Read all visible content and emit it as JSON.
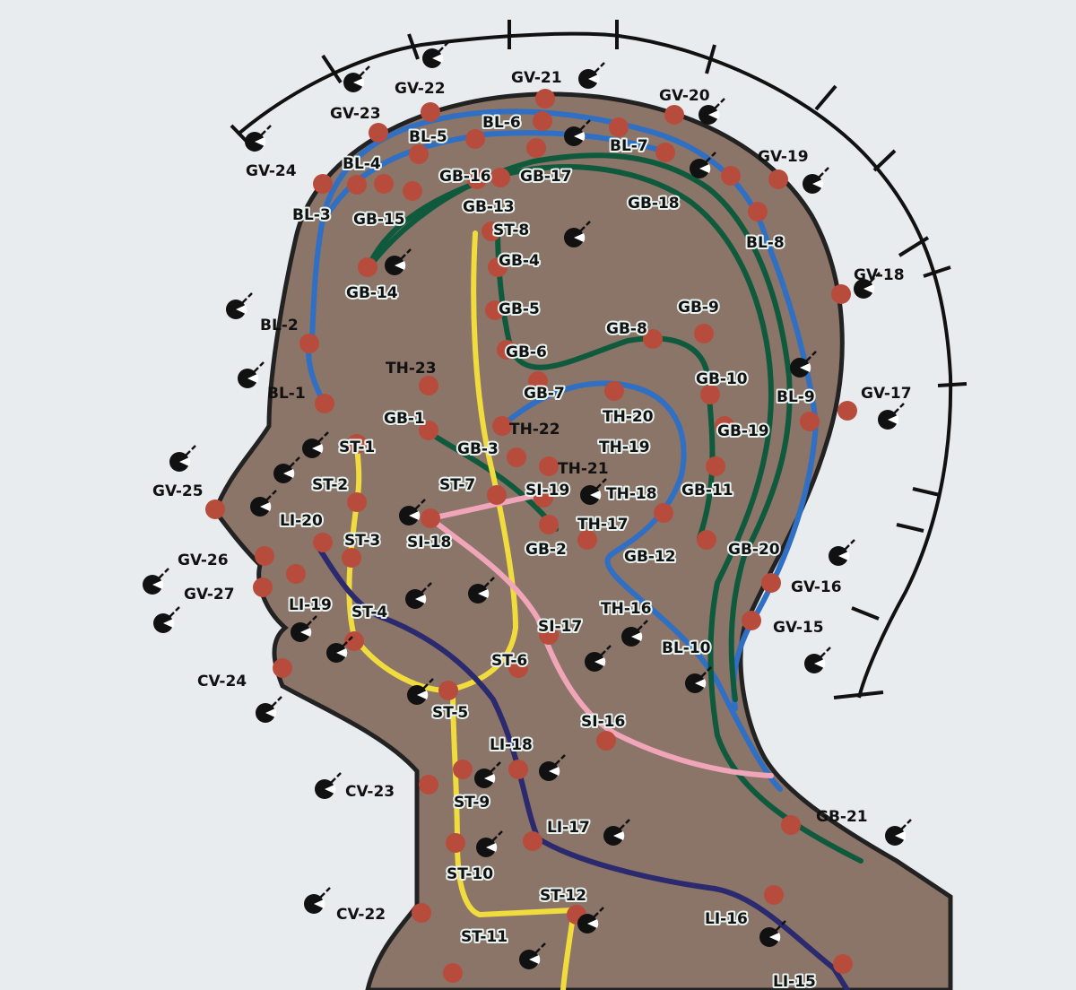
{
  "diagram": {
    "colors": {
      "background": "#e9ecee",
      "head": "#8b7468",
      "outline": "#222222",
      "point": "#b84c3c",
      "bladder_channel": "#2f6fc4",
      "gall_bladder_channel": "#0f5a3c",
      "stomach_channel": "#f0dc3c",
      "small_intestine_channel": "#f0a6b8",
      "large_intestine_channel": "#2c2a6e",
      "triple_heater_channel": "#2f6fc4",
      "governing_vessel_arc": "#111111"
    },
    "icons": [
      "pointer-icon"
    ],
    "labels": [
      {
        "id": "gv-24",
        "text": "GV-24"
      },
      {
        "id": "gv-23",
        "text": "GV-23"
      },
      {
        "id": "gv-22",
        "text": "GV-22"
      },
      {
        "id": "gv-21",
        "text": "GV-21"
      },
      {
        "id": "gv-20",
        "text": "GV-20"
      },
      {
        "id": "gv-19",
        "text": "GV-19"
      },
      {
        "id": "gv-18",
        "text": "GV-18"
      },
      {
        "id": "gv-17",
        "text": "GV-17"
      },
      {
        "id": "gv-16",
        "text": "GV-16"
      },
      {
        "id": "gv-15",
        "text": "GV-15"
      },
      {
        "id": "gv-25",
        "text": "GV-25"
      },
      {
        "id": "gv-26",
        "text": "GV-26"
      },
      {
        "id": "gv-27",
        "text": "GV-27"
      },
      {
        "id": "cv-24",
        "text": "CV-24"
      },
      {
        "id": "cv-23",
        "text": "CV-23"
      },
      {
        "id": "cv-22",
        "text": "CV-22"
      },
      {
        "id": "bl-2",
        "text": "BL-2"
      },
      {
        "id": "bl-1",
        "text": "BL-1"
      },
      {
        "id": "bl-3",
        "text": "BL-3"
      },
      {
        "id": "bl-4",
        "text": "BL-4"
      },
      {
        "id": "bl-5",
        "text": "BL-5"
      },
      {
        "id": "bl-6",
        "text": "BL-6"
      },
      {
        "id": "bl-7",
        "text": "BL-7"
      },
      {
        "id": "bl-8",
        "text": "BL-8"
      },
      {
        "id": "bl-9",
        "text": "BL-9"
      },
      {
        "id": "bl-10",
        "text": "BL-10"
      },
      {
        "id": "gb-16",
        "text": "GB-16"
      },
      {
        "id": "gb-17",
        "text": "GB-17"
      },
      {
        "id": "gb-13",
        "text": "GB-13"
      },
      {
        "id": "gb-15",
        "text": "GB-15"
      },
      {
        "id": "gb-18",
        "text": "GB-18"
      },
      {
        "id": "gb-14",
        "text": "GB-14"
      },
      {
        "id": "gb-4",
        "text": "GB-4"
      },
      {
        "id": "gb-5",
        "text": "GB-5"
      },
      {
        "id": "gb-6",
        "text": "GB-6"
      },
      {
        "id": "gb-7",
        "text": "GB-7"
      },
      {
        "id": "gb-8",
        "text": "GB-8"
      },
      {
        "id": "gb-9",
        "text": "GB-9"
      },
      {
        "id": "gb-10",
        "text": "GB-10"
      },
      {
        "id": "gb-19",
        "text": "GB-19"
      },
      {
        "id": "gb-11",
        "text": "GB-11"
      },
      {
        "id": "gb-12",
        "text": "GB-12"
      },
      {
        "id": "gb-20",
        "text": "GB-20"
      },
      {
        "id": "gb-1",
        "text": "GB-1"
      },
      {
        "id": "gb-3",
        "text": "GB-3"
      },
      {
        "id": "gb-2",
        "text": "GB-2"
      },
      {
        "id": "gb-21",
        "text": "GB-21"
      },
      {
        "id": "st-8",
        "text": "ST-8"
      },
      {
        "id": "st-1",
        "text": "ST-1"
      },
      {
        "id": "st-2",
        "text": "ST-2"
      },
      {
        "id": "st-3",
        "text": "ST-3"
      },
      {
        "id": "st-4",
        "text": "ST-4"
      },
      {
        "id": "st-7",
        "text": "ST-7"
      },
      {
        "id": "st-6",
        "text": "ST-6"
      },
      {
        "id": "st-5",
        "text": "ST-5"
      },
      {
        "id": "st-9",
        "text": "ST-9"
      },
      {
        "id": "st-10",
        "text": "ST-10"
      },
      {
        "id": "st-11",
        "text": "ST-11"
      },
      {
        "id": "st-12",
        "text": "ST-12"
      },
      {
        "id": "th-23",
        "text": "TH-23"
      },
      {
        "id": "th-22",
        "text": "TH-22"
      },
      {
        "id": "th-20",
        "text": "TH-20"
      },
      {
        "id": "th-19",
        "text": "TH-19"
      },
      {
        "id": "th-21",
        "text": "TH-21"
      },
      {
        "id": "th-18",
        "text": "TH-18"
      },
      {
        "id": "th-17",
        "text": "TH-17"
      },
      {
        "id": "th-16",
        "text": "TH-16"
      },
      {
        "id": "si-19",
        "text": "SI-19"
      },
      {
        "id": "si-18",
        "text": "SI-18"
      },
      {
        "id": "si-17",
        "text": "SI-17"
      },
      {
        "id": "si-16",
        "text": "SI-16"
      },
      {
        "id": "li-20",
        "text": "LI-20"
      },
      {
        "id": "li-19",
        "text": "LI-19"
      },
      {
        "id": "li-18",
        "text": "LI-18"
      },
      {
        "id": "li-17",
        "text": "LI-17"
      },
      {
        "id": "li-16",
        "text": "LI-16"
      },
      {
        "id": "li-15",
        "text": "LI-15"
      }
    ]
  }
}
